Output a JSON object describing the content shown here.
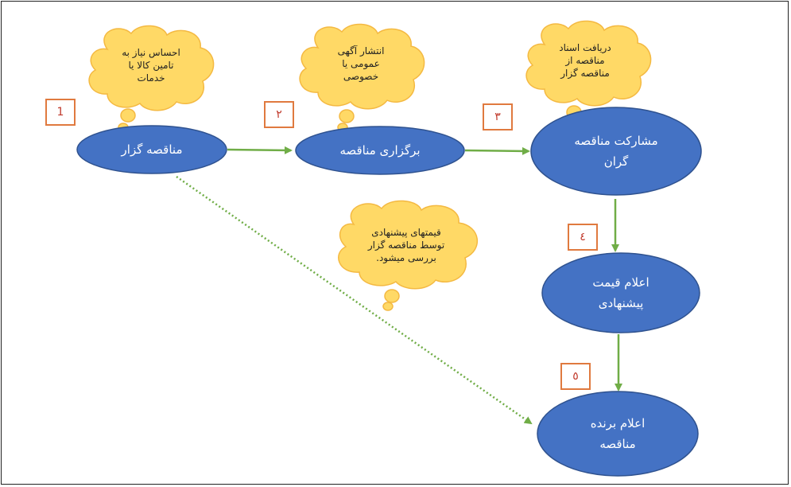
{
  "colors": {
    "node_fill": "#4472c4",
    "node_stroke": "#2f528f",
    "cloud_fill": "#ffd966",
    "cloud_stroke": "#f4b942",
    "arrow": "#70ad47",
    "number_border": "#e07a3f",
    "number_text": "#c0392b"
  },
  "nodes": {
    "tenderer": "مناقصه گزار",
    "holding": "برگزاری مناقصه",
    "participation": "مشارکت مناقصه\nگران",
    "price_announce": "اعلام قیمت\nپیشنهادی",
    "winner_announce": "اعلام برنده\nمناقصه"
  },
  "clouds": {
    "need": "احساس نیاز به\nتامین کالا یا\nخدمات",
    "publish": "انتشار آگهی\nعمومی یا\nخصوصی",
    "receive_docs": "دریافت اسناد\nمناقصه از\nمناقصه گزار",
    "review_prices": "قیمتهای پیشنهادی\nتوسط مناقصه گزار\nبررسی میشود."
  },
  "steps": [
    "1",
    "٢",
    "٣",
    "٤",
    "٥"
  ]
}
